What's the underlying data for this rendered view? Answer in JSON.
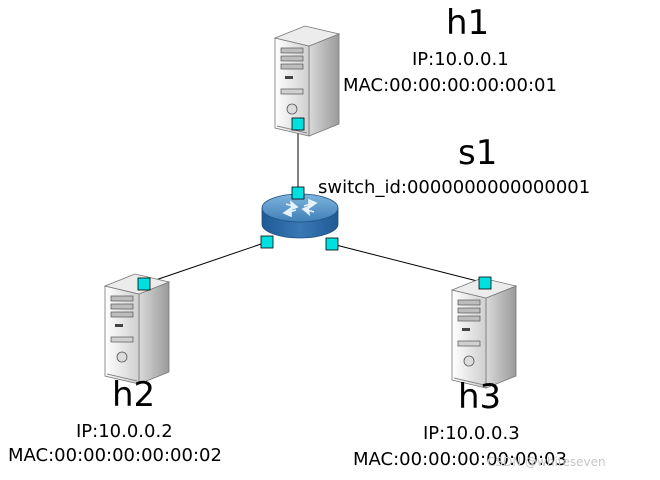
{
  "hosts": {
    "h1": {
      "name": "h1",
      "ip": "IP:10.0.0.1",
      "mac": "MAC:00:00:00:00:00:01"
    },
    "h2": {
      "name": "h2",
      "ip": "IP:10.0.0.2",
      "mac": "MAC:00:00:00:00:00:02"
    },
    "h3": {
      "name": "h3",
      "ip": "IP:10.0.0.3",
      "mac": "MAC:00:00:00:00:00:03"
    }
  },
  "switch": {
    "name": "s1",
    "dpid": "switch_id:0000000000000001"
  },
  "links": [
    {
      "from": "h1",
      "to": "s1"
    },
    {
      "from": "s1",
      "to": "h2"
    },
    {
      "from": "s1",
      "to": "h3"
    }
  ],
  "colors": {
    "port": "#00e0e0",
    "switch_top": "#4d8fc4",
    "switch_side": "#2a6aa8",
    "link": "#000000"
  },
  "icons": {
    "host": "server-tower-icon",
    "switch": "router-icon"
  },
  "watermark": "CSDN @whiteseven"
}
